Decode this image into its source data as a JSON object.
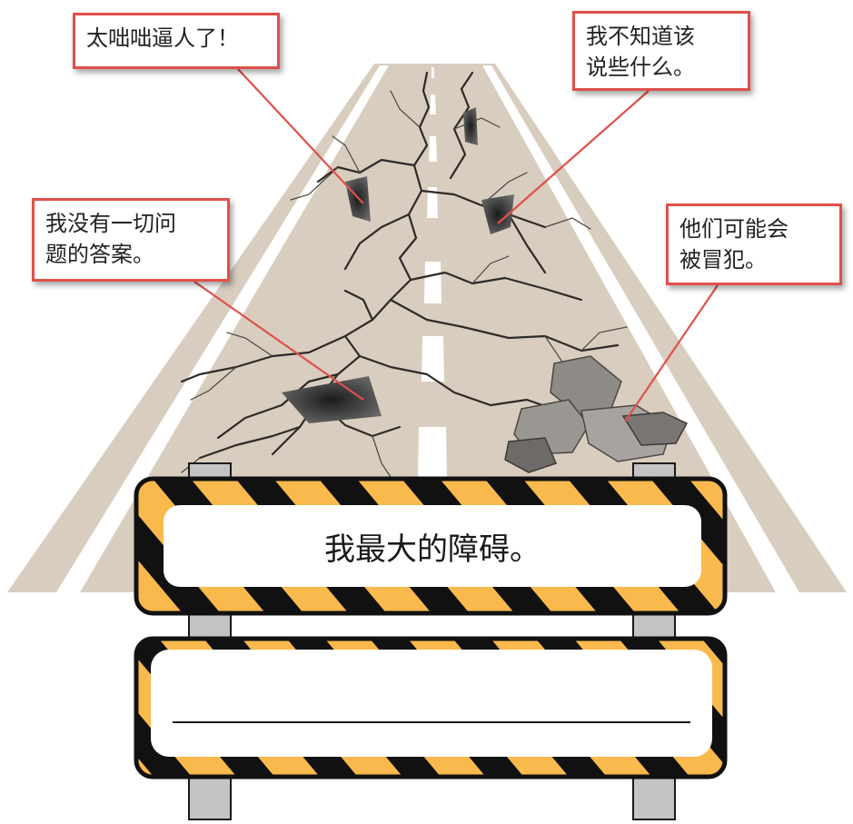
{
  "callouts": {
    "top_left": "太咄咄逼人了！",
    "top_right": "我不知道该\n说些什么。",
    "mid_left": "我没有一切问\n题的答案。",
    "mid_right": "他们可能会\n被冒犯。"
  },
  "barricade": {
    "top_sign": "我最大的障碍。",
    "bottom_sign_value": ""
  },
  "colors": {
    "road": "#d8cdbf",
    "stripe_yellow": "#f9b94d",
    "stripe_black": "#111111",
    "callout_border": "#e0504a",
    "post": "#c4c4c4"
  },
  "icons": [
    "cracked-road",
    "rubble-rocks",
    "road-barricade"
  ]
}
